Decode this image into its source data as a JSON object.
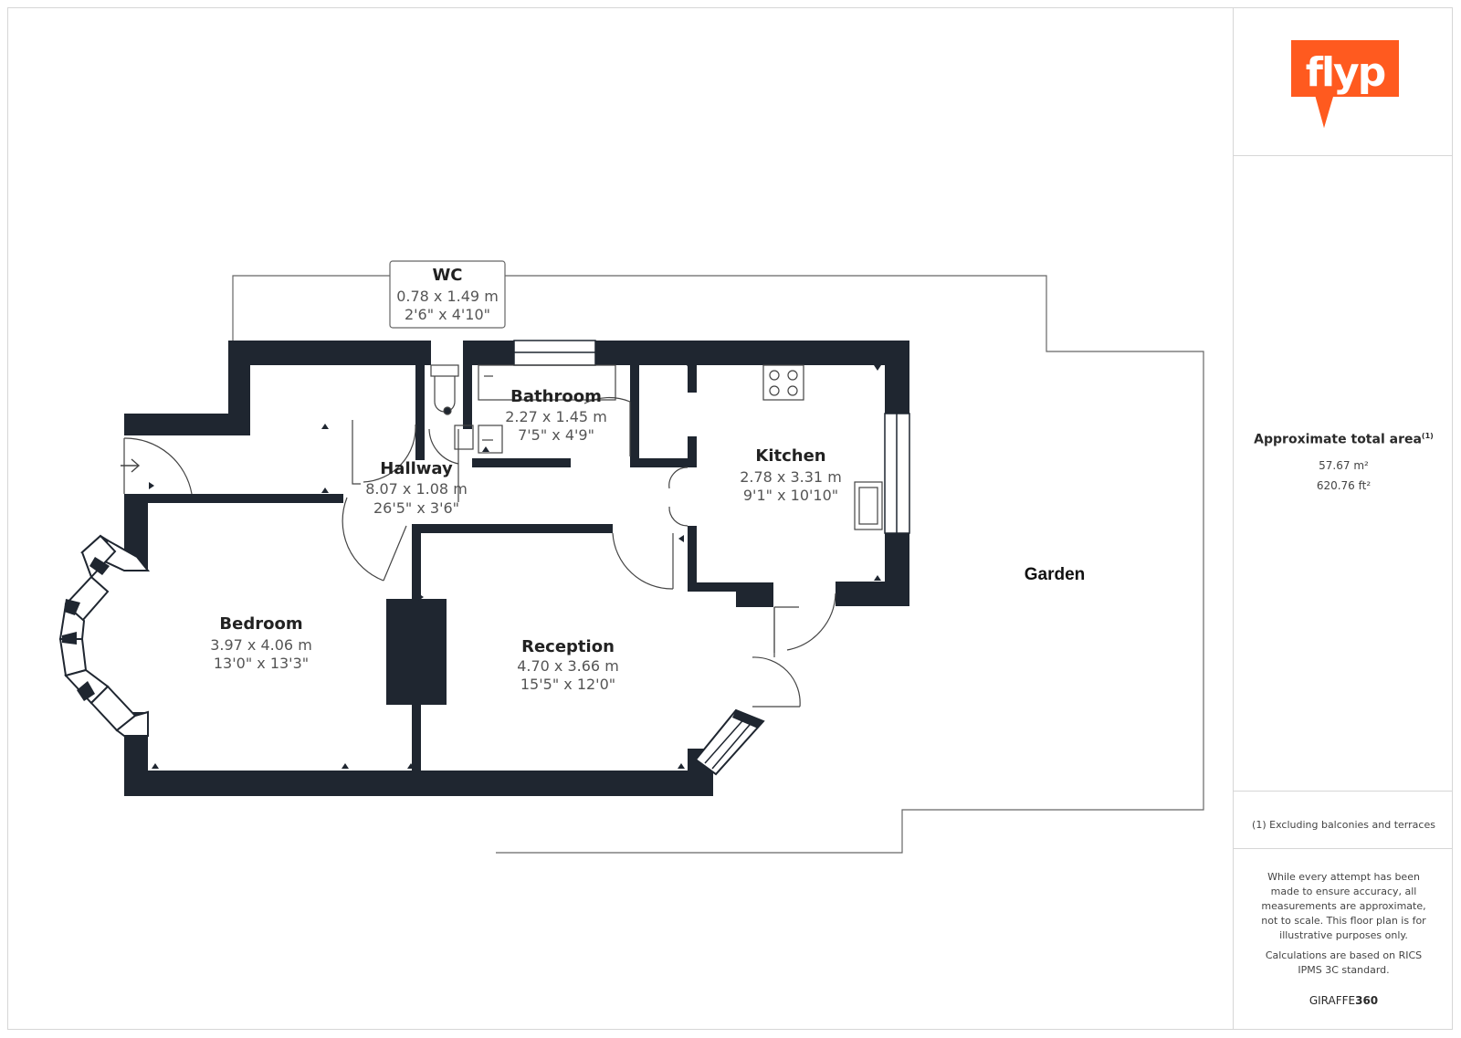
{
  "logo": {
    "text": "flyp",
    "color": "#ff5a1f"
  },
  "rooms": {
    "wc": {
      "name": "WC",
      "dim_m": "0.78 x 1.49 m",
      "dim_ft": "2'6\" x 4'10\""
    },
    "bathroom": {
      "name": "Bathroom",
      "dim_m": "2.27 x 1.45 m",
      "dim_ft": "7'5\" x 4'9\""
    },
    "hallway": {
      "name": "Hallway",
      "dim_m": "8.07 x 1.08 m",
      "dim_ft": "26'5\" x 3'6\""
    },
    "kitchen": {
      "name": "Kitchen",
      "dim_m": "2.78 x 3.31 m",
      "dim_ft": "9'1\" x 10'10\""
    },
    "bedroom": {
      "name": "Bedroom",
      "dim_m": "3.97 x 4.06 m",
      "dim_ft": "13'0\" x 13'3\""
    },
    "reception": {
      "name": "Reception",
      "dim_m": "4.70 x 3.66 m",
      "dim_ft": "15'5\" x 12'0\""
    },
    "garden": {
      "name": "Garden"
    }
  },
  "summary": {
    "title": "Approximate total area",
    "title_sup": "(1)",
    "area_m2": "57.67 m²",
    "area_ft2": "620.76 ft²",
    "note": "(1) Excluding balconies and terraces",
    "disclaimer": "While every attempt has been made to ensure accuracy, all measurements are approximate, not to scale. This floor plan is for illustrative purposes only.",
    "calc": "Calculations are based on RICS IPMS 3C standard.",
    "brand_light": "GIRAFFE",
    "brand_bold": "360"
  },
  "colors": {
    "wall": "#1f2630",
    "outline": "#555555",
    "text": "#222222"
  }
}
